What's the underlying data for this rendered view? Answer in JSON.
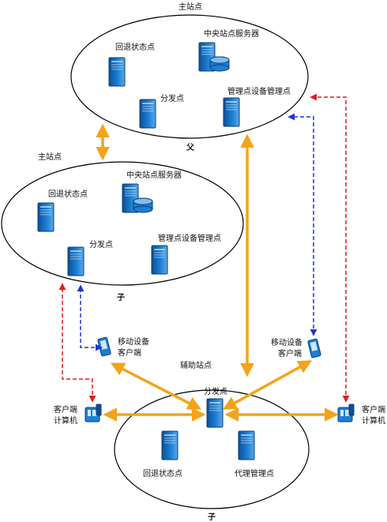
{
  "sites": {
    "top": {
      "title": "主站点",
      "relation": "父",
      "components": {
        "fallback": "回退状态点",
        "central": "中央站点服务器",
        "distribution": "分发点",
        "mgmt": "管理点设备管理点"
      }
    },
    "mid": {
      "title": "主站点",
      "relation": "子",
      "components": {
        "fallback": "回退状态点",
        "central": "中央站点服务器",
        "distribution": "分发点",
        "mgmt": "管理点设备管理点"
      }
    },
    "bottom": {
      "title": "辅助站点",
      "relation": "子",
      "components": {
        "distribution": "分发点",
        "fallback": "回退状态点",
        "proxy": "代理管理点"
      }
    }
  },
  "clients": {
    "mobile_left": {
      "line1": "移动设备",
      "line2": "客户端"
    },
    "mobile_right": {
      "line1": "移动设备",
      "line2": "客户端"
    },
    "computer_left": {
      "line1": "客户端",
      "line2": "计算机"
    },
    "computer_right": {
      "line1": "客户端",
      "line2": "计算机"
    }
  },
  "colors": {
    "orange": "#f5a31a",
    "red": "#e31b1b",
    "blue": "#1f35d6",
    "server_blue": "#1976c8"
  }
}
